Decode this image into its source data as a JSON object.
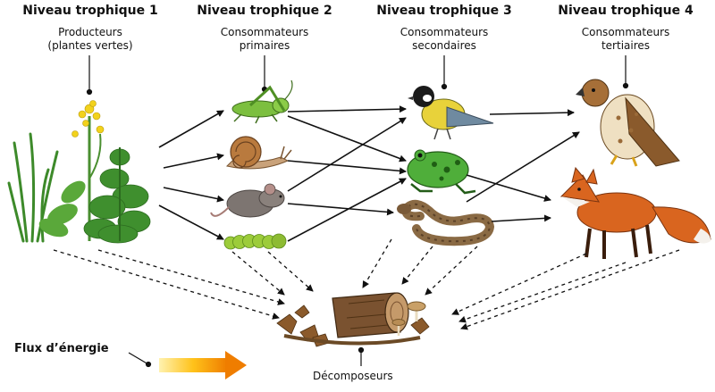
{
  "levels": [
    {
      "title": "Niveau trophique 1",
      "subtitle": "Producteurs\n(plantes vertes)"
    },
    {
      "title": "Niveau trophique 2",
      "subtitle": "Consommateurs\nprimaires"
    },
    {
      "title": "Niveau trophique 3",
      "subtitle": "Consommateurs\nsecondaires"
    },
    {
      "title": "Niveau trophique 4",
      "subtitle": "Consommateurs\ntertiaires"
    }
  ],
  "legend": {
    "label": "Flux d’énergie"
  },
  "decomposers": {
    "label": "Décomposeurs"
  },
  "organisms": [
    "plants",
    "grasshopper",
    "snail",
    "mouse",
    "caterpillar",
    "bird",
    "frog",
    "snake",
    "hawk",
    "fox",
    "decomposer-pile"
  ],
  "colors": {
    "arrow": "#111111",
    "plant": "#3f8f2e",
    "fox": "#d9651f",
    "energy_start": "#ffd43b",
    "energy_end": "#ef7d00"
  }
}
